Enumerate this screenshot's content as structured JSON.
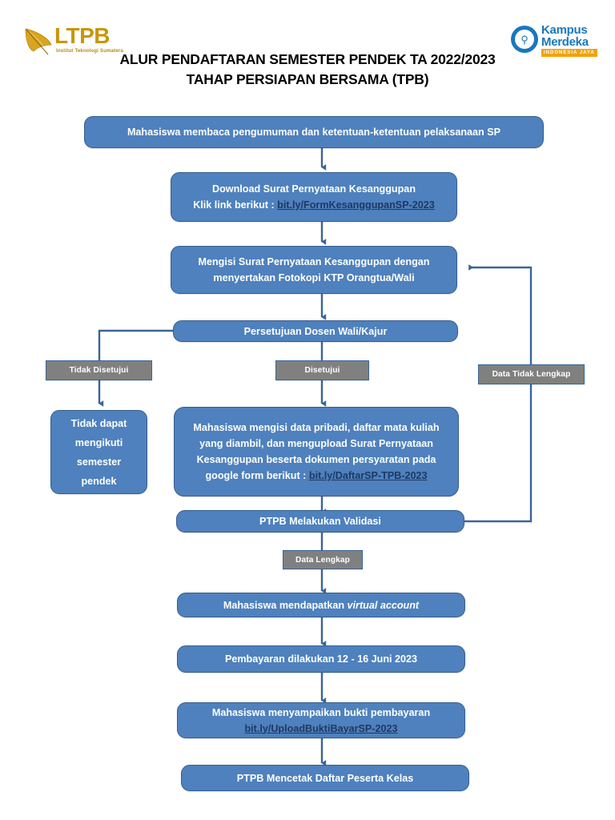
{
  "header": {
    "logo_left": {
      "name": "LTPB",
      "subtitle": "Institut Teknologi Sumatera"
    },
    "logo_right": {
      "line1": "Kampus",
      "line2": "Merdeka",
      "band": "INDONESIA JAYA"
    },
    "title_line1": "ALUR PENDAFTARAN SEMESTER PENDEK TA 2022/2023",
    "title_line2": "TAHAP PERSIAPAN BERSAMA (TPB)"
  },
  "colors": {
    "node_fill": "#4E81BD",
    "node_border": "#375E8E",
    "label_fill": "#808080",
    "connector": "#3A6598",
    "link": "#1F3864",
    "node_text": "#FFFFFF",
    "title_text": "#000000",
    "logo_gold": "#C8960C",
    "logo_blue": "#1878BE"
  },
  "flow": {
    "nodes": [
      {
        "id": "n1",
        "text": "Mahasiswa membaca pengumuman dan ketentuan-ketentuan pelaksanaan SP"
      },
      {
        "id": "n2",
        "line1": "Download Surat Pernyataan Kesanggupan",
        "line2_prefix": "Klik link berikut : ",
        "link": "bit.ly/FormKesanggupanSP-2023"
      },
      {
        "id": "n3",
        "line1": "Mengisi Surat Pernyataan Kesanggupan dengan",
        "line2": "menyertakan Fotokopi KTP Orangtua/Wali"
      },
      {
        "id": "n4",
        "text": "Persetujuan Dosen Wali/Kajur"
      },
      {
        "id": "n5",
        "line1": "Tidak dapat",
        "line2": "mengikuti",
        "line3": "semester",
        "line4": "pendek"
      },
      {
        "id": "n6",
        "line1": "Mahasiswa mengisi data pribadi, daftar mata kuliah",
        "line2": "yang diambil, dan mengupload Surat Pernyataan",
        "line3": "Kesanggupan beserta dokumen persyaratan pada",
        "line4_prefix": "google form berikut : ",
        "link": "bit.ly/DaftarSP-TPB-2023"
      },
      {
        "id": "n7",
        "text": "PTPB Melakukan Validasi"
      },
      {
        "id": "n8",
        "text_prefix": "Mahasiswa mendapatkan ",
        "text_italic": "virtual account"
      },
      {
        "id": "n9",
        "text": "Pembayaran dilakukan 12 - 16 Juni 2023"
      },
      {
        "id": "n10",
        "line1": "Mahasiswa menyampaikan bukti pembayaran",
        "link": "bit.ly/UploadBuktiBayarSP-2023"
      },
      {
        "id": "n11",
        "text": "PTPB Mencetak Daftar Peserta Kelas"
      }
    ],
    "edge_labels": [
      {
        "id": "L1",
        "text": "Tidak Disetujui"
      },
      {
        "id": "L2",
        "text": "Disetujui"
      },
      {
        "id": "L3",
        "text": "Data Tidak Lengkap"
      },
      {
        "id": "L4",
        "text": "Data Lengkap"
      }
    ]
  }
}
